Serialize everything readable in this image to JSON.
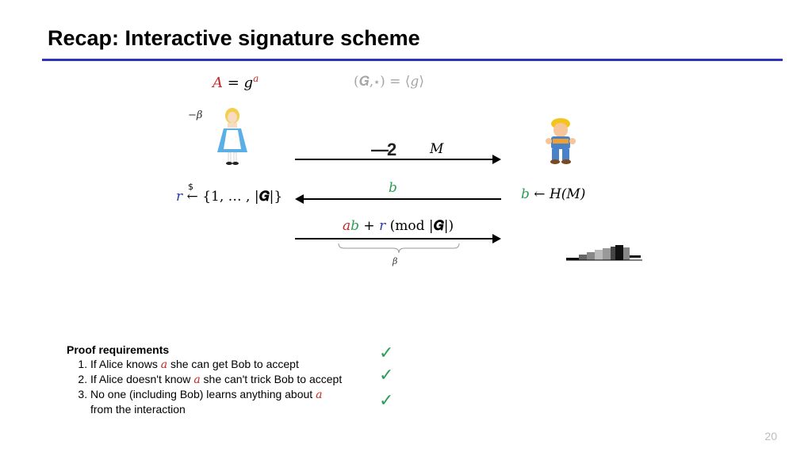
{
  "slide": {
    "title": "Recap: Interactive signature scheme",
    "page_number": "20"
  },
  "math": {
    "pubkey_lhs": "A",
    "pubkey_eq": " = ",
    "pubkey_g": "g",
    "pubkey_exp": "a",
    "group": "(𝑮,⋆) = ⟨𝑔⟩",
    "neg_beta": "−𝛽",
    "dollar": "$",
    "r_var": "r",
    "r_assign": " ← {1, … , |",
    "r_G": "𝑮",
    "r_close": "|}",
    "msg_M": "M",
    "scribble": "—2",
    "b_label": "b",
    "b_var": "b",
    "b_assign": " ← H(M)",
    "resp_a": "a",
    "resp_b": "b",
    "resp_plus": " + ",
    "resp_r": "r",
    "resp_mod": " (mod |",
    "resp_G": "𝑮",
    "resp_close": "|)",
    "brace_beta": "𝛽"
  },
  "proof": {
    "heading": "Proof requirements",
    "items": [
      {
        "pre": "If Alice knows ",
        "var": "a",
        "post": " she can get Bob to accept"
      },
      {
        "pre": "If Alice doesn't know ",
        "var": "a",
        "post": " she can't trick Bob to accept"
      },
      {
        "pre": "No one (including Bob) learns anything about ",
        "var": "a",
        "post": " from the interaction"
      }
    ],
    "check": "✓"
  },
  "icons": {
    "alice": "alice-figure-icon",
    "bob": "bob-builder-figure-icon",
    "histogram": "histogram-sketch-icon"
  },
  "colors": {
    "title_rule": "#2e33b8",
    "red": "#c62828",
    "green": "#2e9e57",
    "blue": "#2d3aa8",
    "gray": "#a6a6a6"
  }
}
